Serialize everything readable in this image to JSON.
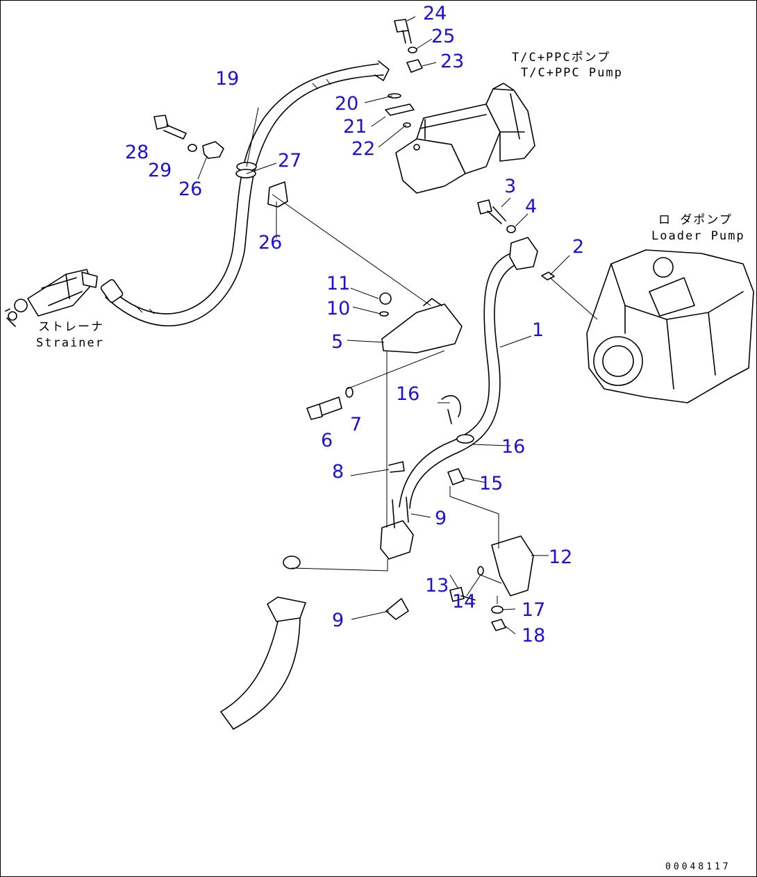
{
  "diagram": {
    "callouts": [
      {
        "key": "c1",
        "text": "1"
      },
      {
        "key": "c2",
        "text": "2"
      },
      {
        "key": "c3",
        "text": "3"
      },
      {
        "key": "c4",
        "text": "4"
      },
      {
        "key": "c5",
        "text": "5"
      },
      {
        "key": "c6",
        "text": "6"
      },
      {
        "key": "c7",
        "text": "7"
      },
      {
        "key": "c8",
        "text": "8"
      },
      {
        "key": "c9a",
        "text": "9"
      },
      {
        "key": "c9b",
        "text": "9"
      },
      {
        "key": "c10",
        "text": "10"
      },
      {
        "key": "c11",
        "text": "11"
      },
      {
        "key": "c12",
        "text": "12"
      },
      {
        "key": "c13",
        "text": "13"
      },
      {
        "key": "c14",
        "text": "14"
      },
      {
        "key": "c15",
        "text": "15"
      },
      {
        "key": "c16a",
        "text": "16"
      },
      {
        "key": "c16b",
        "text": "16"
      },
      {
        "key": "c17",
        "text": "17"
      },
      {
        "key": "c18",
        "text": "18"
      },
      {
        "key": "c19",
        "text": "19"
      },
      {
        "key": "c20",
        "text": "20"
      },
      {
        "key": "c21",
        "text": "21"
      },
      {
        "key": "c22",
        "text": "22"
      },
      {
        "key": "c23",
        "text": "23"
      },
      {
        "key": "c24",
        "text": "24"
      },
      {
        "key": "c25",
        "text": "25"
      },
      {
        "key": "c26a",
        "text": "26"
      },
      {
        "key": "c26b",
        "text": "26"
      },
      {
        "key": "c27",
        "text": "27"
      },
      {
        "key": "c28",
        "text": "28"
      },
      {
        "key": "c29",
        "text": "29"
      }
    ],
    "captions": {
      "tc_pump_jp": "T/C+PPCポンプ",
      "tc_pump_en": "T/C+PPC Pump",
      "loader_pump_jp": "ロ ダポンプ",
      "loader_pump_en": "Loader Pump",
      "strainer_jp": "ストレーナ",
      "strainer_en": "Strainer"
    },
    "drawing_code": "00048117",
    "callout_color": "#1c10d8"
  }
}
